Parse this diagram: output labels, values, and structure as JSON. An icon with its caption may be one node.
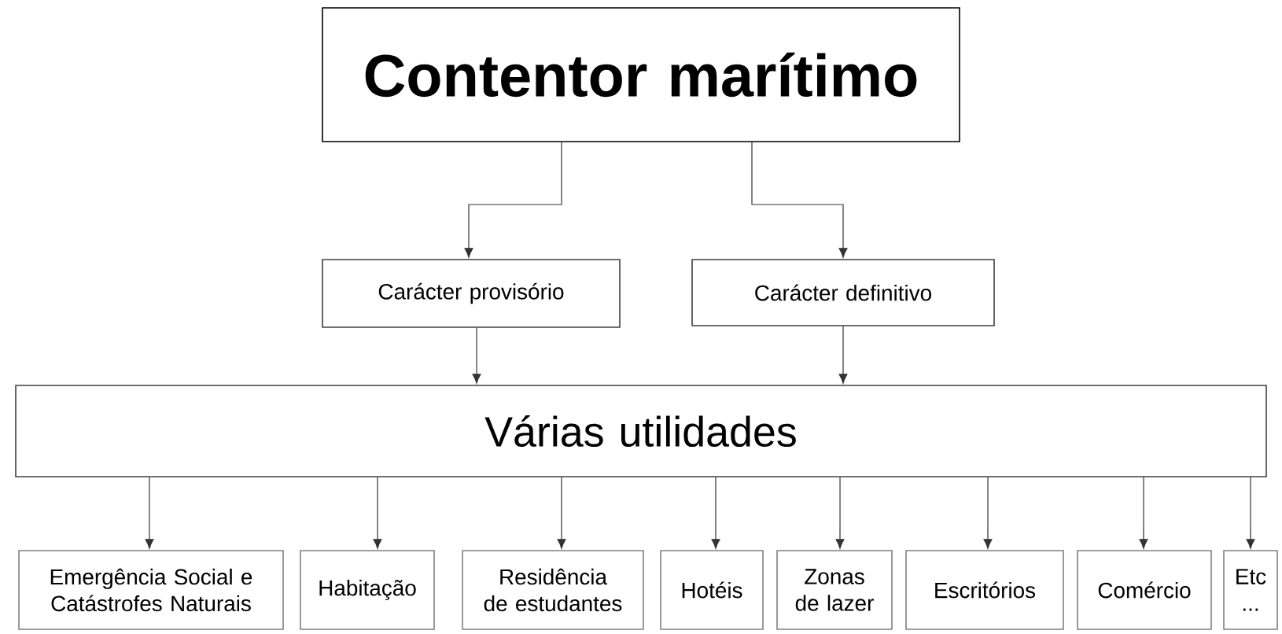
{
  "diagram": {
    "nodes": [
      {
        "text": [
          "Contentor marítimo"
        ]
      },
      {
        "text": [
          "Carácter provisório"
        ]
      },
      {
        "text": [
          "Carácter definitivo"
        ]
      },
      {
        "text": [
          "Várias utilidades"
        ]
      },
      {
        "text": [
          "Emergência Social e Catástrofes Naturais"
        ]
      },
      {
        "text": [
          "Habitação"
        ]
      },
      {
        "text": [
          "Residência de estudantes"
        ]
      },
      {
        "text": [
          "Hotéis"
        ]
      },
      {
        "text": [
          "Zonas de lazer"
        ]
      },
      {
        "text": [
          "Escritórios"
        ]
      },
      {
        "text": [
          "Comércio"
        ]
      },
      {
        "text": [
          "Etc ..."
        ]
      }
    ],
    "edges": [
      {
        "from": 0,
        "to": 1,
        "arrow": "to"
      },
      {
        "from": 0,
        "to": 2,
        "arrow": "to"
      },
      {
        "from": 1,
        "to": 3,
        "arrow": "to"
      },
      {
        "from": 2,
        "to": 3,
        "arrow": "to"
      },
      {
        "from": 3,
        "to": 4,
        "arrow": "to"
      },
      {
        "from": 3,
        "to": 5,
        "arrow": "to"
      },
      {
        "from": 3,
        "to": 6,
        "arrow": "to"
      },
      {
        "from": 3,
        "to": 7,
        "arrow": "to"
      },
      {
        "from": 3,
        "to": 8,
        "arrow": "to"
      },
      {
        "from": 3,
        "to": 9,
        "arrow": "to"
      },
      {
        "from": 3,
        "to": 10,
        "arrow": "to"
      },
      {
        "from": 3,
        "to": 11,
        "arrow": "to"
      }
    ]
  }
}
